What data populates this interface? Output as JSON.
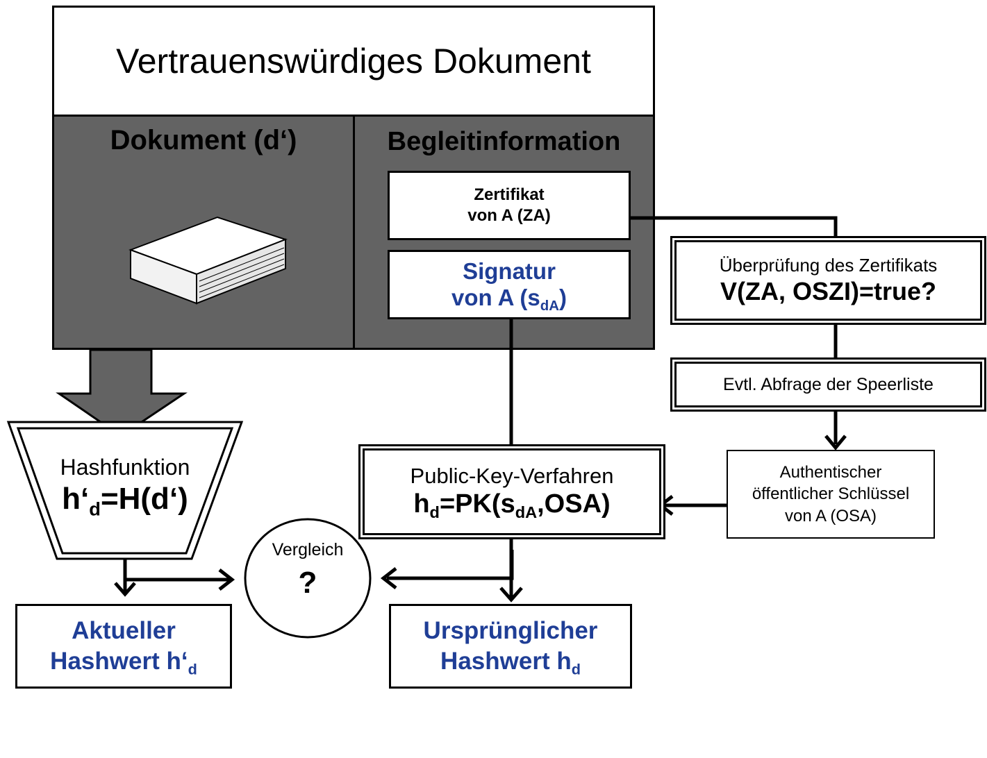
{
  "header": {
    "title": "Vertrauenswürdiges Dokument"
  },
  "document": {
    "label": "Dokument (d‘)"
  },
  "accompanying": {
    "label": "Begleitinformation",
    "certificate": {
      "line1": "Zertifikat",
      "line2": "von A (ZA)"
    },
    "signature": {
      "line1": "Signatur",
      "line2_prefix": "von A (",
      "line2_sym": "s",
      "line2_sub": "dA",
      "line2_suffix": ")"
    }
  },
  "hash_function": {
    "label": "Hashfunktion",
    "formula_pre": "h‘",
    "formula_sub": "d",
    "formula_post": "=H(d‘)"
  },
  "public_key": {
    "label": "Public-Key-Verfahren",
    "f1": "h",
    "f1_sub": "d",
    "f2": "=PK(s",
    "f2_sub": "dA",
    "f3": ",OSA)"
  },
  "cert_check": {
    "label": "Überprüfung des Zertifikats",
    "formula": "V(ZA, OSZI)=true?"
  },
  "blocklist": {
    "label": "Evtl. Abfrage der Speerliste"
  },
  "auth_key": {
    "line1": "Authentischer",
    "line2": "öffentlicher Schlüssel",
    "line3": "von A (OSA)"
  },
  "current_hash": {
    "line1": "Aktueller",
    "line2": "Hashwert h‘",
    "line2_sub": "d"
  },
  "original_hash": {
    "line1": "Ursprünglicher",
    "line2": "Hashwert h",
    "line2_sub": "d"
  },
  "compare": {
    "label": "Vergleich",
    "symbol": "?"
  },
  "colors": {
    "panel": "#636363",
    "accent_blue": "#1f3e96",
    "line": "#000000"
  },
  "icons": {
    "document": "book-icon"
  }
}
